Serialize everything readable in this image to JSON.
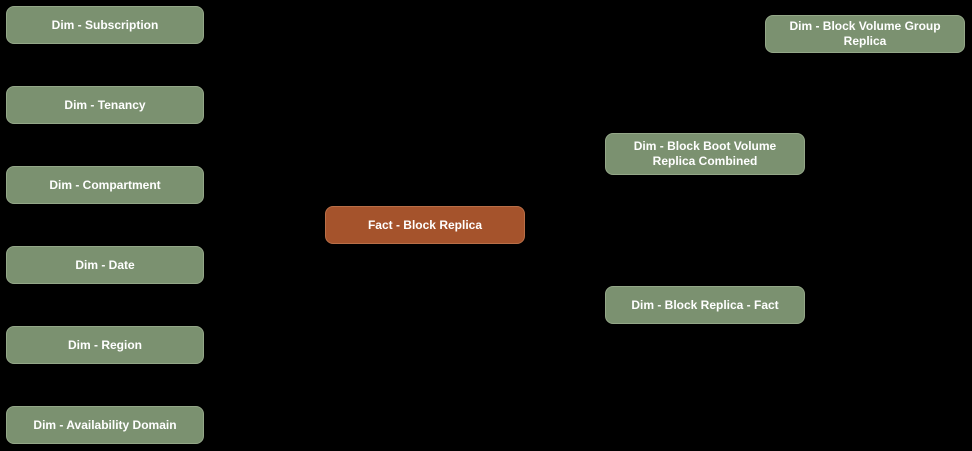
{
  "diagram": {
    "background_color": "#000000",
    "text_color": "#FFFFFF",
    "node_colors": {
      "dimension_fill": "#7B9170",
      "fact_fill": "#A5532C"
    },
    "nodes": [
      {
        "label": "Dim - Subscription",
        "type": "dimension"
      },
      {
        "label": "Dim - Tenancy",
        "type": "dimension"
      },
      {
        "label": "Dim - Compartment",
        "type": "dimension"
      },
      {
        "label": "Dim - Date",
        "type": "dimension"
      },
      {
        "label": "Dim - Region",
        "type": "dimension"
      },
      {
        "label": "Dim - Availability Domain",
        "type": "dimension"
      },
      {
        "label": "Fact - Block Replica",
        "type": "fact"
      },
      {
        "label": "Dim - Block Volume Group Replica",
        "type": "dimension"
      },
      {
        "label": "Dim - Block Boot Volume Replica Combined",
        "type": "dimension"
      },
      {
        "label": "Dim - Block Replica - Fact",
        "type": "dimension"
      }
    ]
  }
}
